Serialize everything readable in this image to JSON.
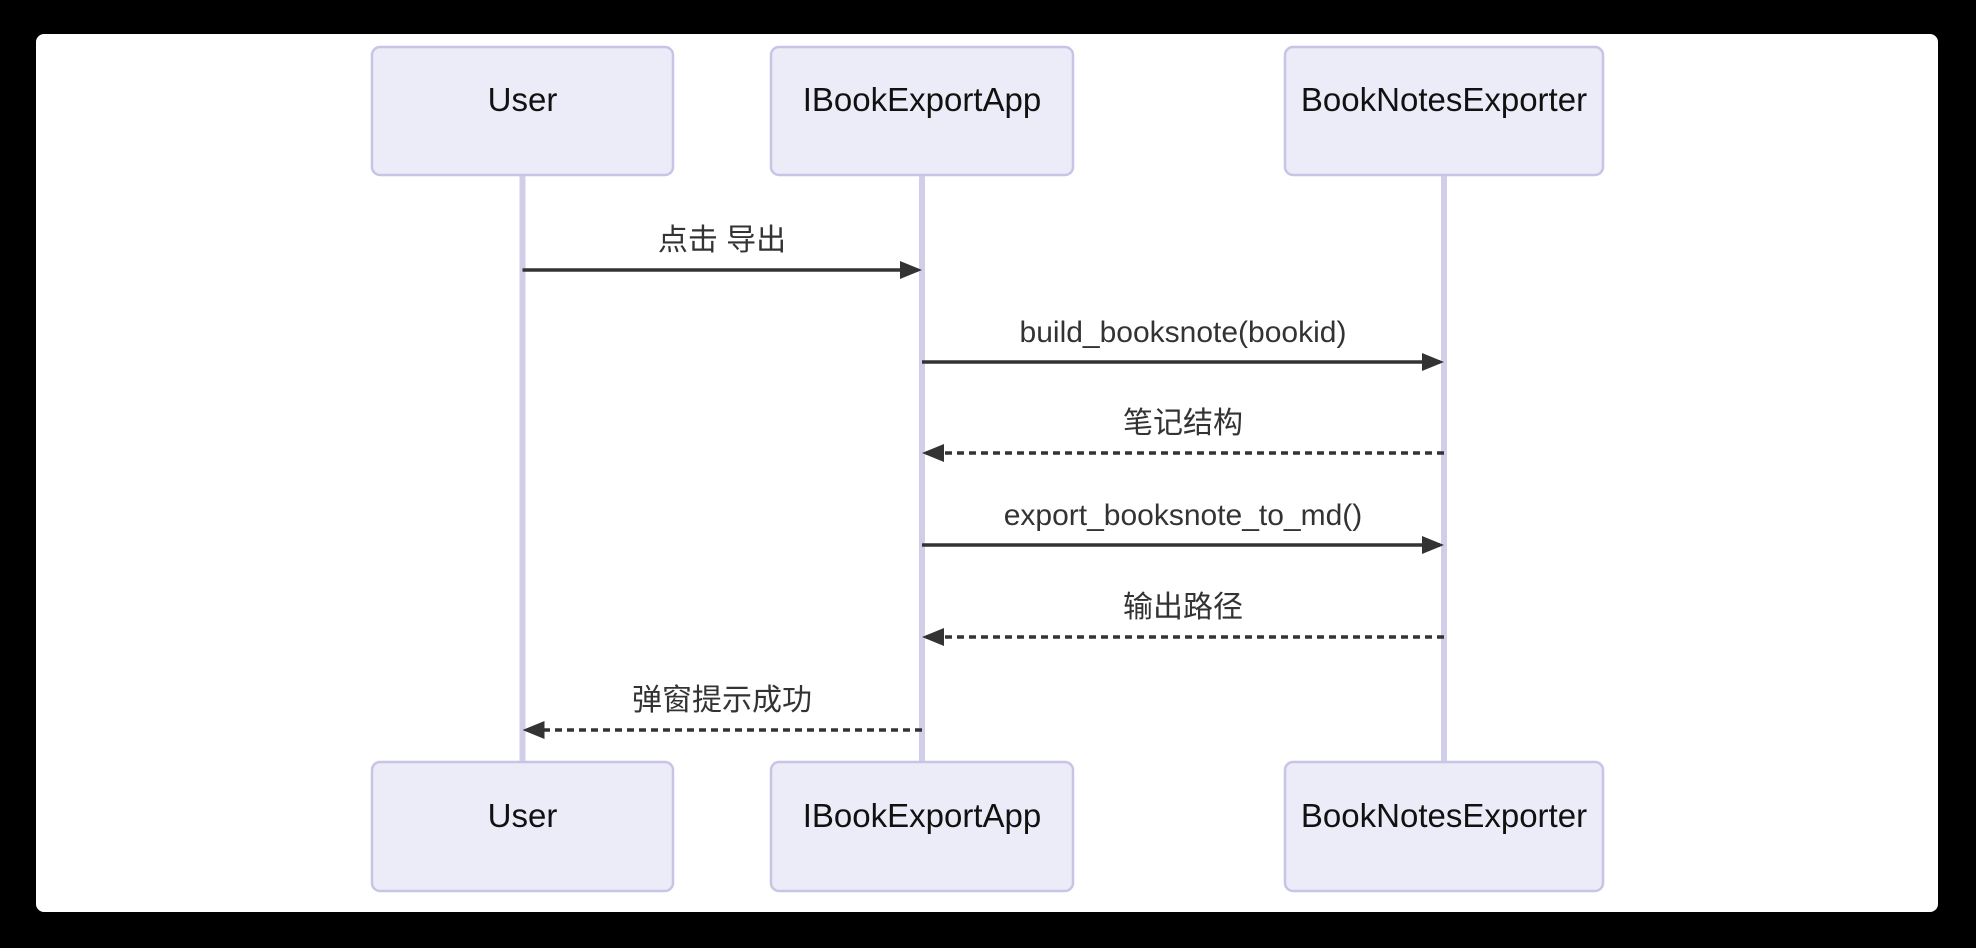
{
  "diagram": {
    "type": "sequence",
    "actors": [
      {
        "id": "user",
        "label": "User"
      },
      {
        "id": "app",
        "label": "IBookExportApp"
      },
      {
        "id": "exporter",
        "label": "BookNotesExporter"
      }
    ],
    "messages": [
      {
        "index": 1,
        "from": "user",
        "to": "app",
        "label": "点击 导出",
        "line": "solid",
        "direction": "right"
      },
      {
        "index": 2,
        "from": "app",
        "to": "exporter",
        "label": "build_booksnote(bookid)",
        "line": "solid",
        "direction": "right"
      },
      {
        "index": 3,
        "from": "exporter",
        "to": "app",
        "label": "笔记结构",
        "line": "dashed",
        "direction": "left"
      },
      {
        "index": 4,
        "from": "app",
        "to": "exporter",
        "label": "export_booksnote_to_md()",
        "line": "solid",
        "direction": "right"
      },
      {
        "index": 5,
        "from": "exporter",
        "to": "app",
        "label": "输出路径",
        "line": "dashed",
        "direction": "left"
      },
      {
        "index": 6,
        "from": "app",
        "to": "user",
        "label": "弹窗提示成功",
        "line": "dashed",
        "direction": "left"
      }
    ],
    "colors": {
      "page_bg": "#000000",
      "canvas_bg": "#ffffff",
      "actor_fill": "#ECECF9",
      "actor_border": "#C8C4E6",
      "actor_text": "#111111",
      "lifeline": "#D2CEEA",
      "message": "#333333"
    }
  }
}
